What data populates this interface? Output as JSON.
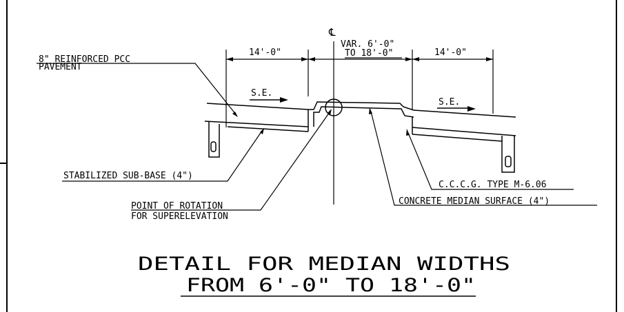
{
  "labels": {
    "centerline_symbol": "℄",
    "dim_left": "14'-0\"",
    "dim_mid_1": "VAR. 6'-0\"",
    "dim_mid_2": "TO 18'-0\"",
    "dim_right": "14'-0\"",
    "pavement_1": "8\" REINFORCED PCC",
    "pavement_2": "PAVEMENT",
    "se_left": "S.E.",
    "se_right": "S.E.",
    "sub_base": "STABILIZED SUB-BASE (4\")",
    "curb_type": "C.C.C.G. TYPE M-6.06",
    "rotation_1": "POINT OF ROTATION",
    "rotation_2": "FOR SUPERELEVATION",
    "median_surface": "CONCRETE MEDIAN SURFACE (4\")",
    "curb_mark_left": "0",
    "curb_mark_right": "0"
  },
  "title": {
    "line1": "DETAIL FOR MEDIAN WIDTHS",
    "line2": "FROM 6'-0\" TO 18'-0\""
  }
}
